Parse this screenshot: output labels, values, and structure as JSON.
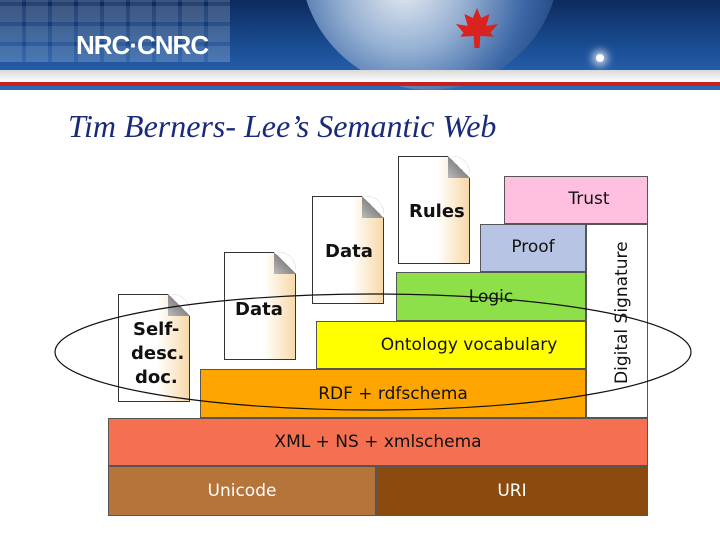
{
  "header": {
    "logo_text": "NRC·CNRC"
  },
  "slide": {
    "title": "Tim Berners- Lee’s Semantic Web"
  },
  "diagram": {
    "layers": {
      "unicode": "Unicode",
      "uri": "URI",
      "xml": "XML + NS + xmlschema",
      "rdf": "RDF + rdfschema",
      "ontology": "Ontology vocabulary",
      "logic": "Logic",
      "proof": "Proof",
      "trust": "Trust",
      "signature": "Digital Signature"
    },
    "documents": {
      "self_desc_line1": "Self-",
      "self_desc_line2": "desc.",
      "self_desc_line3": "doc.",
      "data_1": "Data",
      "data_2": "Data",
      "rules": "Rules"
    },
    "colors": {
      "unicode": "#b5743a",
      "uri": "#8b4a0e",
      "xml": "#f47050",
      "rdf": "#ffa500",
      "ontology": "#ffff00",
      "logic": "#8ee04a",
      "proof": "#b8c4e4",
      "trust": "#ffc0e0",
      "signature": "#ffffff",
      "title": "#1a2a7a"
    }
  }
}
